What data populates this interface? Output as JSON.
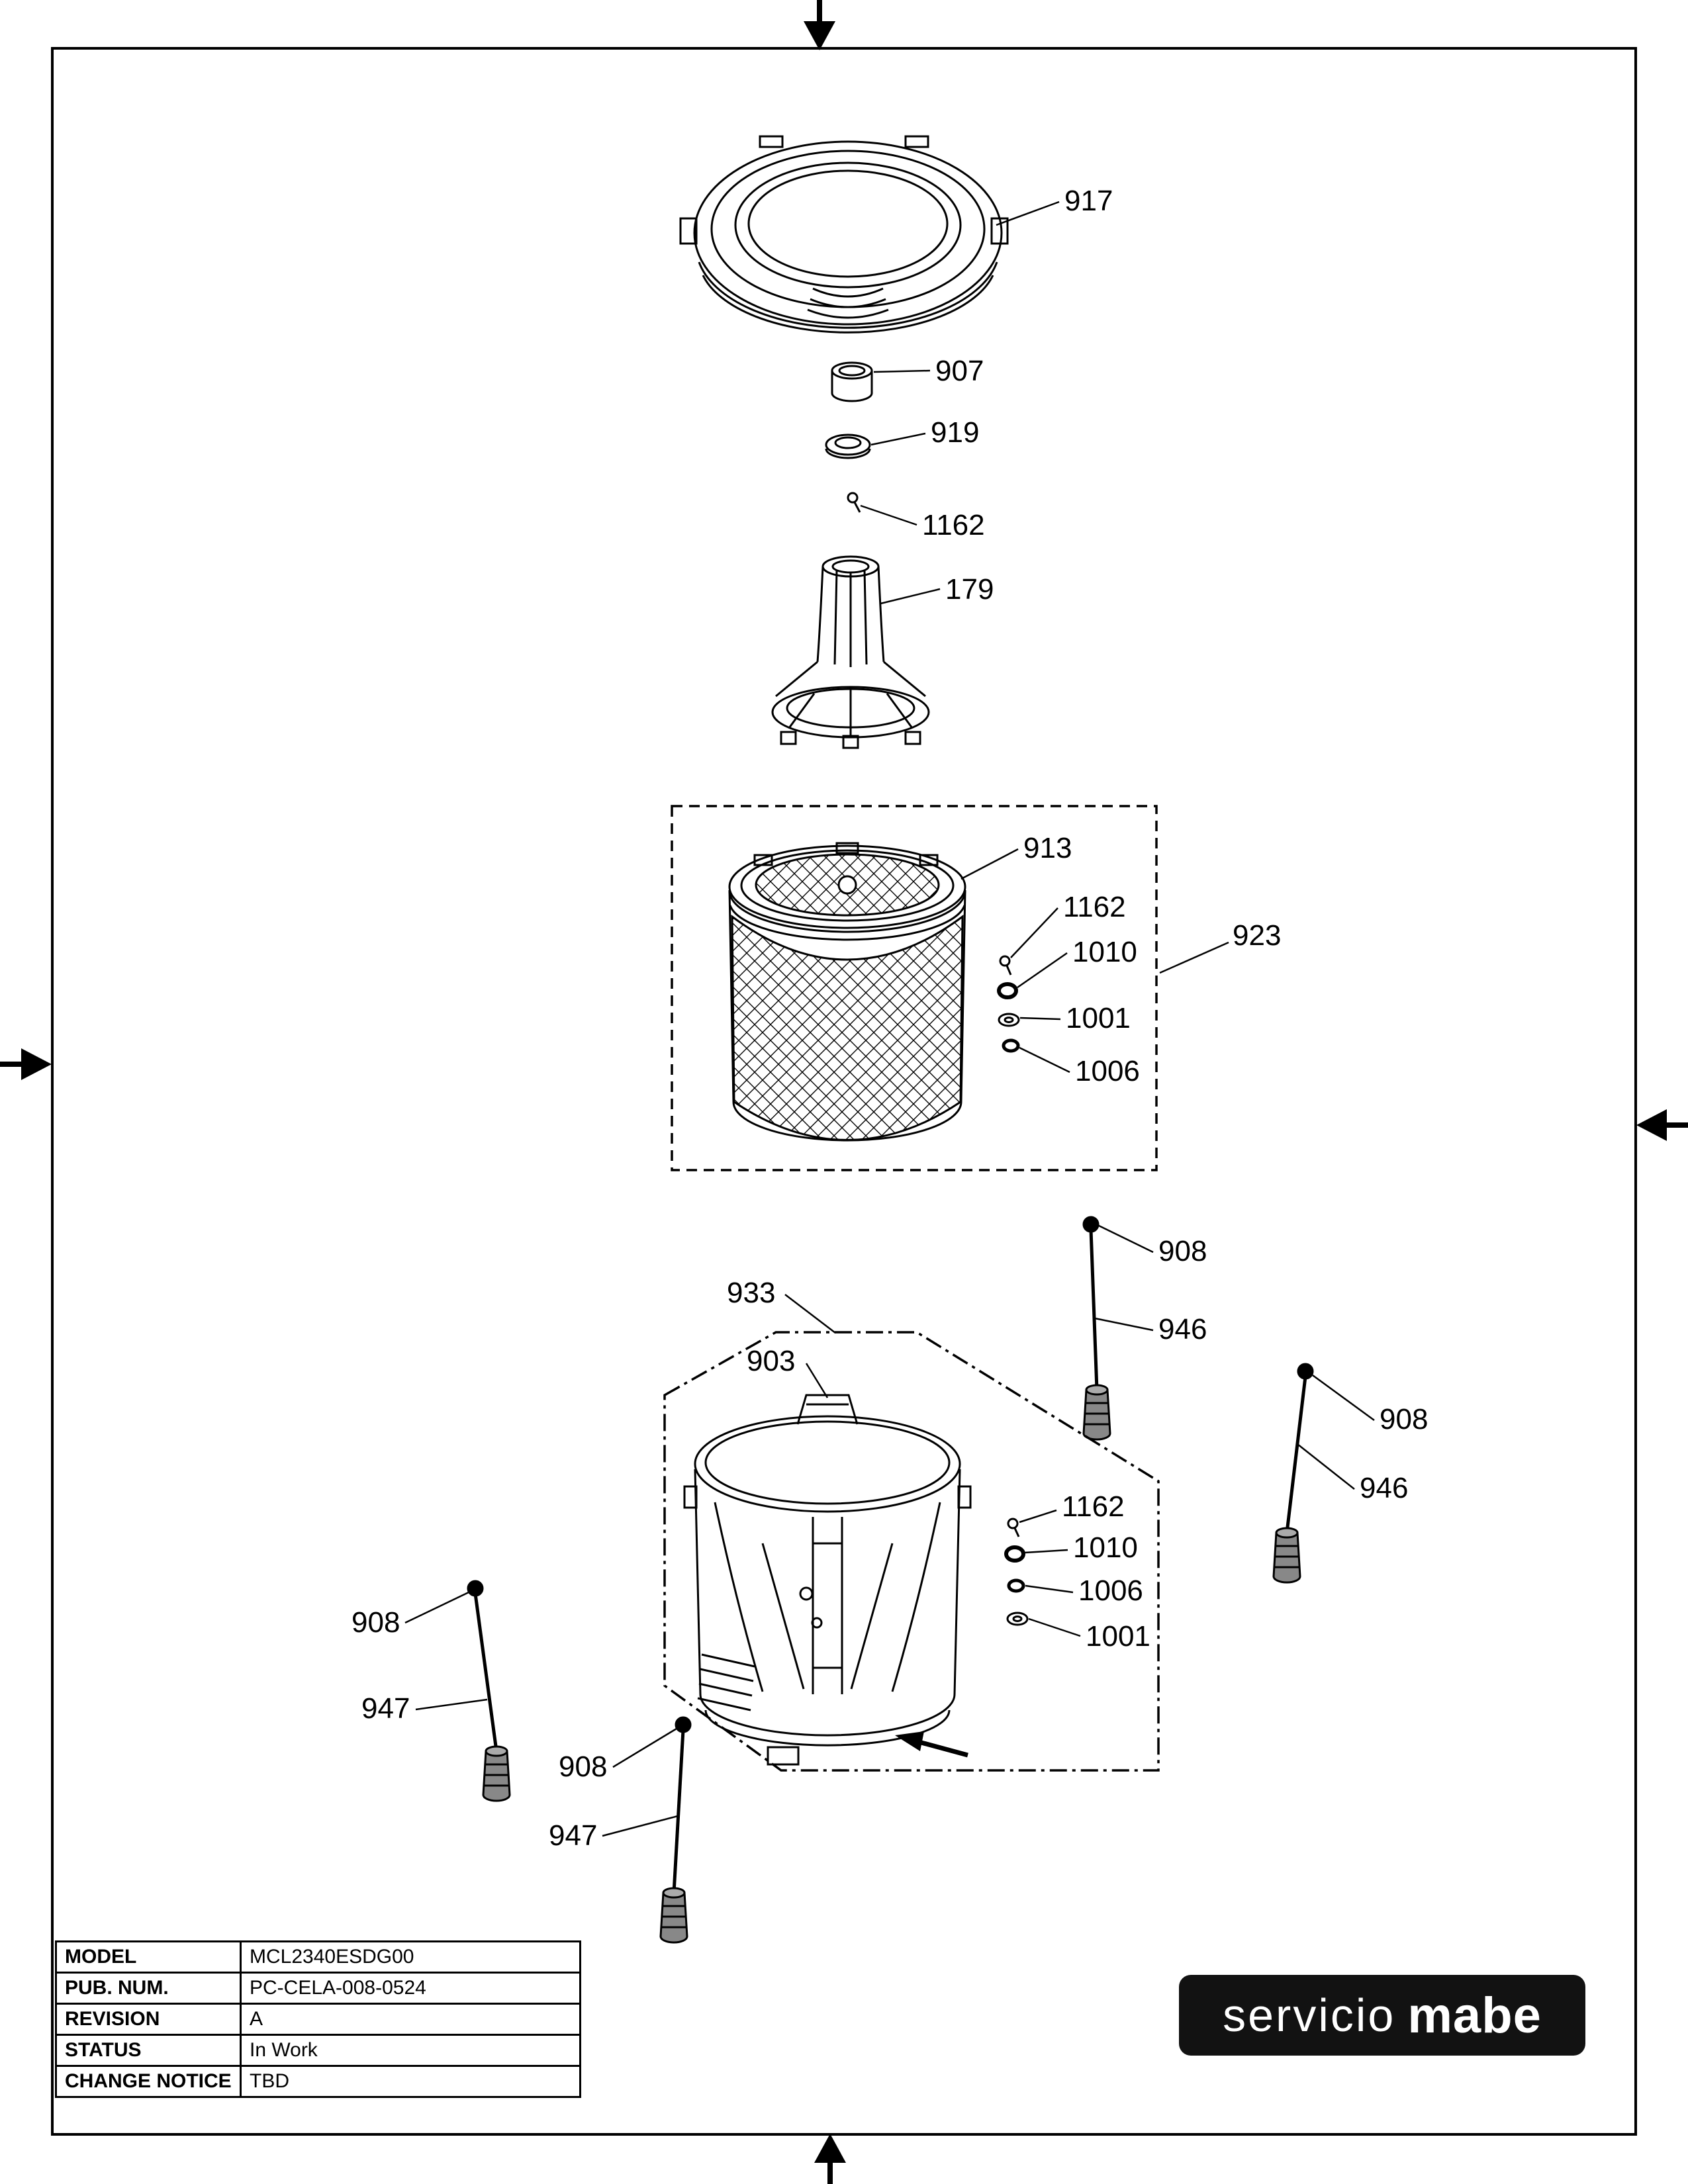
{
  "colors": {
    "line": "#000000",
    "background": "#ffffff",
    "logo_background": "#121212",
    "logo_text": "#ffffff"
  },
  "callouts": {
    "n917": "917",
    "n907": "907",
    "n919": "919",
    "n1162": "1162",
    "n179": "179",
    "n913": "913",
    "n923": "923",
    "n1010": "1010",
    "n1001": "1001",
    "n1006": "1006",
    "n933": "933",
    "n903": "903",
    "n908": "908",
    "n946": "946",
    "n947": "947"
  },
  "title_block": {
    "rows": [
      {
        "label": "MODEL",
        "value": "MCL2340ESDG00"
      },
      {
        "label": "PUB. NUM.",
        "value": "PC-CELA-008-0524"
      },
      {
        "label": "REVISION",
        "value": "A"
      },
      {
        "label": "STATUS",
        "value": "In Work"
      },
      {
        "label": "CHANGE NOTICE",
        "value": "TBD"
      }
    ]
  },
  "logo": {
    "word1": "servicio",
    "word2": "mabe"
  }
}
